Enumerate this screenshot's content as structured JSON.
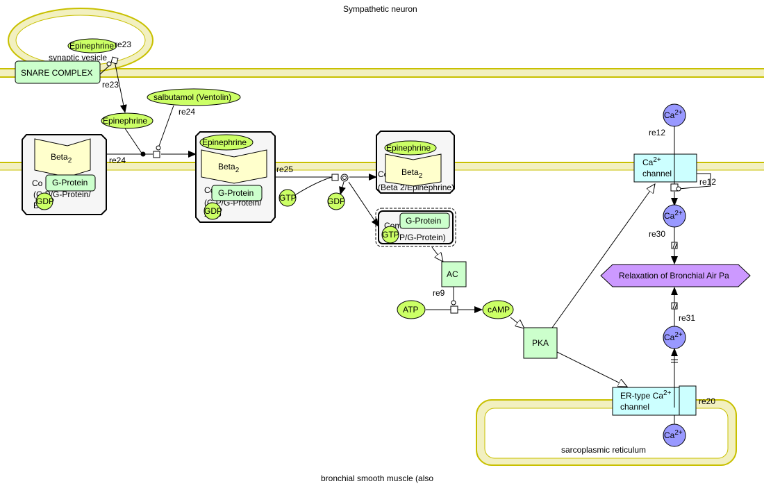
{
  "compartments": {
    "top_label": "Sympathetic neuron",
    "bottom_label": "bronchial smooth muscle (also",
    "vesicle_label": "synaptic vesicle",
    "sr_label": "sarcoplasmic reticulum"
  },
  "colors": {
    "membrane_fill": "#f2f0c0",
    "membrane_stroke": "#c8c000",
    "simple_molecule": "#ccff66",
    "protein": "#ccffcc",
    "receptor": "#ffffcc",
    "channel": "#ccffff",
    "ion": "#9999ff",
    "phenotype": "#cc99ff",
    "complex_fill": "#f6f6f6"
  },
  "species": {
    "epinephrine_vesicle": "Epinephrine",
    "snare": "SNARE COMPLEX",
    "salbutamol": "salbutamol (Ventolin)",
    "epinephrine_free": "Epinephrine",
    "beta2_1": "Beta",
    "beta2_sub": "2",
    "complex1_line1": "Co",
    "complex1_line2": "(G  P/G-Protein/",
    "complex1_line3": "B     )",
    "gprotein": "G-Protein",
    "gdp": "GDP",
    "gtp": "GTP",
    "complex2_epi": "Epinephrine",
    "complex2_line1": "Co",
    "complex2_line2": "(G  P/G-Protein/",
    "complex2_line3": "     2/Ep",
    "complex3_epi": "Epinephrine",
    "complex3_line1": "Co",
    "complex3_line2": "(Beta 2/Epinephrine)",
    "complex4_line1": "Com",
    "complex4_line2": "P/G-Protein)",
    "ac": "AC",
    "atp": "ATP",
    "camp": "cAMP",
    "pka": "PKA",
    "ca": "Ca",
    "ca_sup": "2+",
    "ca_channel_1": "Ca",
    "ca_channel_2": "channel",
    "er_channel_1": "ER-type Ca",
    "er_channel_2": "channel",
    "relaxation": "Relaxation of Bronchial Air Pa"
  },
  "reactions": {
    "re23a": "re23",
    "re23b": "re23",
    "re24a": "re24",
    "re24b": "re24",
    "re25": "re25",
    "re9": "re9",
    "re12a": "re12",
    "re12b": "re12",
    "re30": "re30",
    "re31": "re31",
    "re20": "re20"
  }
}
